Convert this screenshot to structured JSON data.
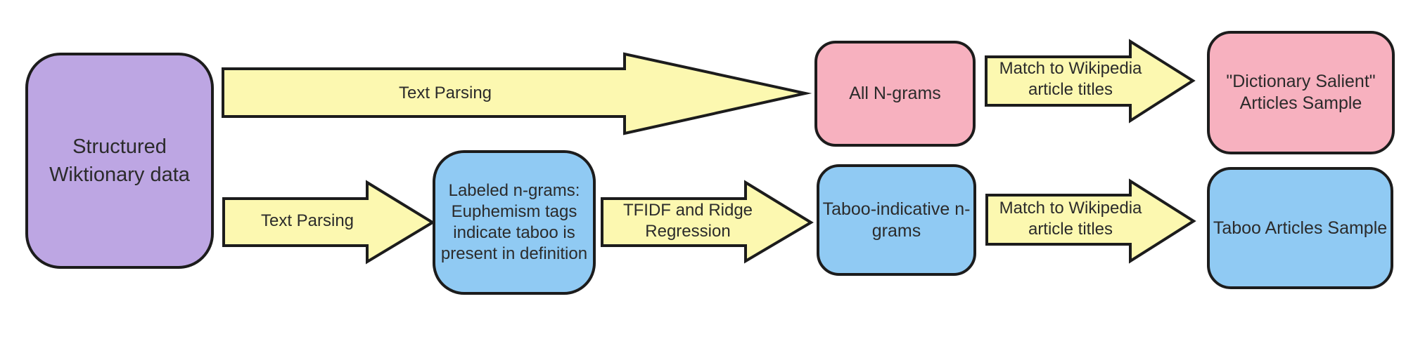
{
  "diagram": {
    "nodes": {
      "wiktionary": {
        "label": "Structured\nWiktionary data",
        "fill": "#bda6e3"
      },
      "all_ngrams": {
        "label": "All N-grams",
        "fill": "#f7b1bf"
      },
      "dict_salient": {
        "label": "\"Dictionary Salient\"\nArticles Sample",
        "fill": "#f7b1bf"
      },
      "labeled": {
        "label": "Labeled n-grams:\nEuphemism tags\nindicate taboo is\npresent in definition",
        "fill": "#90caf3"
      },
      "taboo_ngrams": {
        "label": "Taboo-indicative n-\ngrams",
        "fill": "#90caf3"
      },
      "taboo_articles": {
        "label": "Taboo Articles Sample",
        "fill": "#90caf3"
      }
    },
    "arrows": {
      "text_parsing_top": {
        "label": "Text Parsing",
        "fill": "#fcf8b0"
      },
      "match_top": {
        "label": "Match to Wikipedia\narticle titles",
        "fill": "#fcf8b0"
      },
      "text_parsing_bottom": {
        "label": "Text Parsing",
        "fill": "#fcf8b0"
      },
      "tfidf": {
        "label": "TFIDF and Ridge\nRegression",
        "fill": "#fcf8b0"
      },
      "match_bottom": {
        "label": "Match to Wikipedia\narticle titles",
        "fill": "#fcf8b0"
      }
    },
    "colors": {
      "purple": "#bda6e3",
      "pink": "#f7b1bf",
      "blue": "#90caf3",
      "yellow": "#fcf8b0",
      "border": "#1c1c1c",
      "background": "#ffffff",
      "text": "#2b2b2b"
    }
  }
}
